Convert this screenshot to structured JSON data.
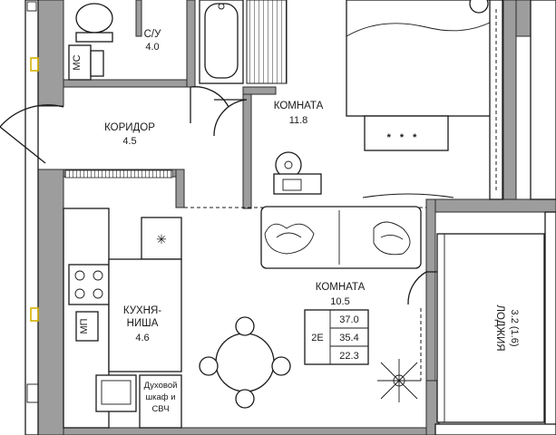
{
  "rooms": {
    "bathroom": {
      "name": "С/У",
      "area": "4.0"
    },
    "corridor": {
      "name": "КОРИДОР",
      "area": "4.5"
    },
    "room_bedroom": {
      "name": "КОМНАТА",
      "area": "11.8"
    },
    "room_living": {
      "name": "КОМНАТА",
      "area": "10.5"
    },
    "kitchen": {
      "name_line1": "КУХНЯ-",
      "name_line2": "НИША",
      "area": "4.6"
    },
    "loggia": {
      "name": "ЛОДЖИЯ",
      "area": "3.2 (1.6)"
    }
  },
  "labels": {
    "ms": "МС",
    "mp": "МП",
    "oven_line1": "Духовой",
    "oven_line2": "шкаф и",
    "oven_line3": "СВЧ"
  },
  "info_table": {
    "type": "2Е",
    "values": [
      "37.0",
      "35.4",
      "22.3"
    ]
  },
  "colors": {
    "wall_fill": "#9d9d9d",
    "line": "#1a1a1a",
    "marker": "#d4b000"
  }
}
